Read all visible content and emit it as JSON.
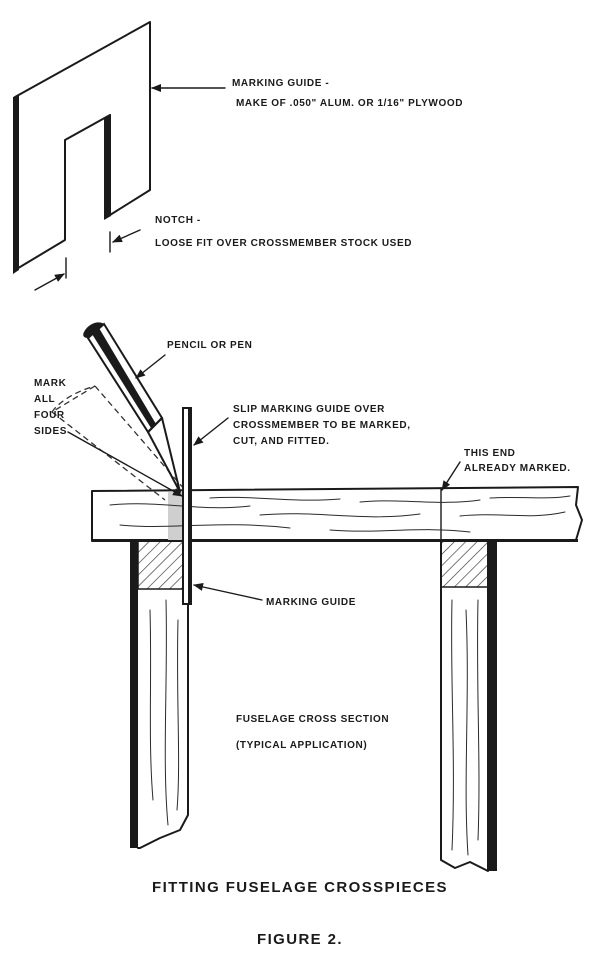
{
  "labels": {
    "marking_guide_title": "MARKING GUIDE -",
    "marking_guide_material": "MAKE OF .050\" ALUM. OR 1/16\" PLYWOOD",
    "notch_title": "NOTCH -",
    "notch_desc": "LOOSE FIT OVER CROSSMEMBER STOCK USED",
    "pencil": "PENCIL OR PEN",
    "mark_all_four_sides": [
      "MARK",
      "ALL",
      "FOUR",
      "SIDES"
    ],
    "slip_instruction": [
      "SLIP MARKING GUIDE OVER",
      "CROSSMEMBER TO BE MARKED,",
      "CUT, AND FITTED."
    ],
    "this_end": [
      "THIS END",
      "ALREADY MARKED."
    ],
    "marking_guide_lower": "MARKING GUIDE",
    "cross_section": [
      "FUSELAGE CROSS SECTION",
      "(TYPICAL APPLICATION)"
    ],
    "caption": "FITTING FUSELAGE CROSSPIECES",
    "figure": "FIGURE 2."
  }
}
